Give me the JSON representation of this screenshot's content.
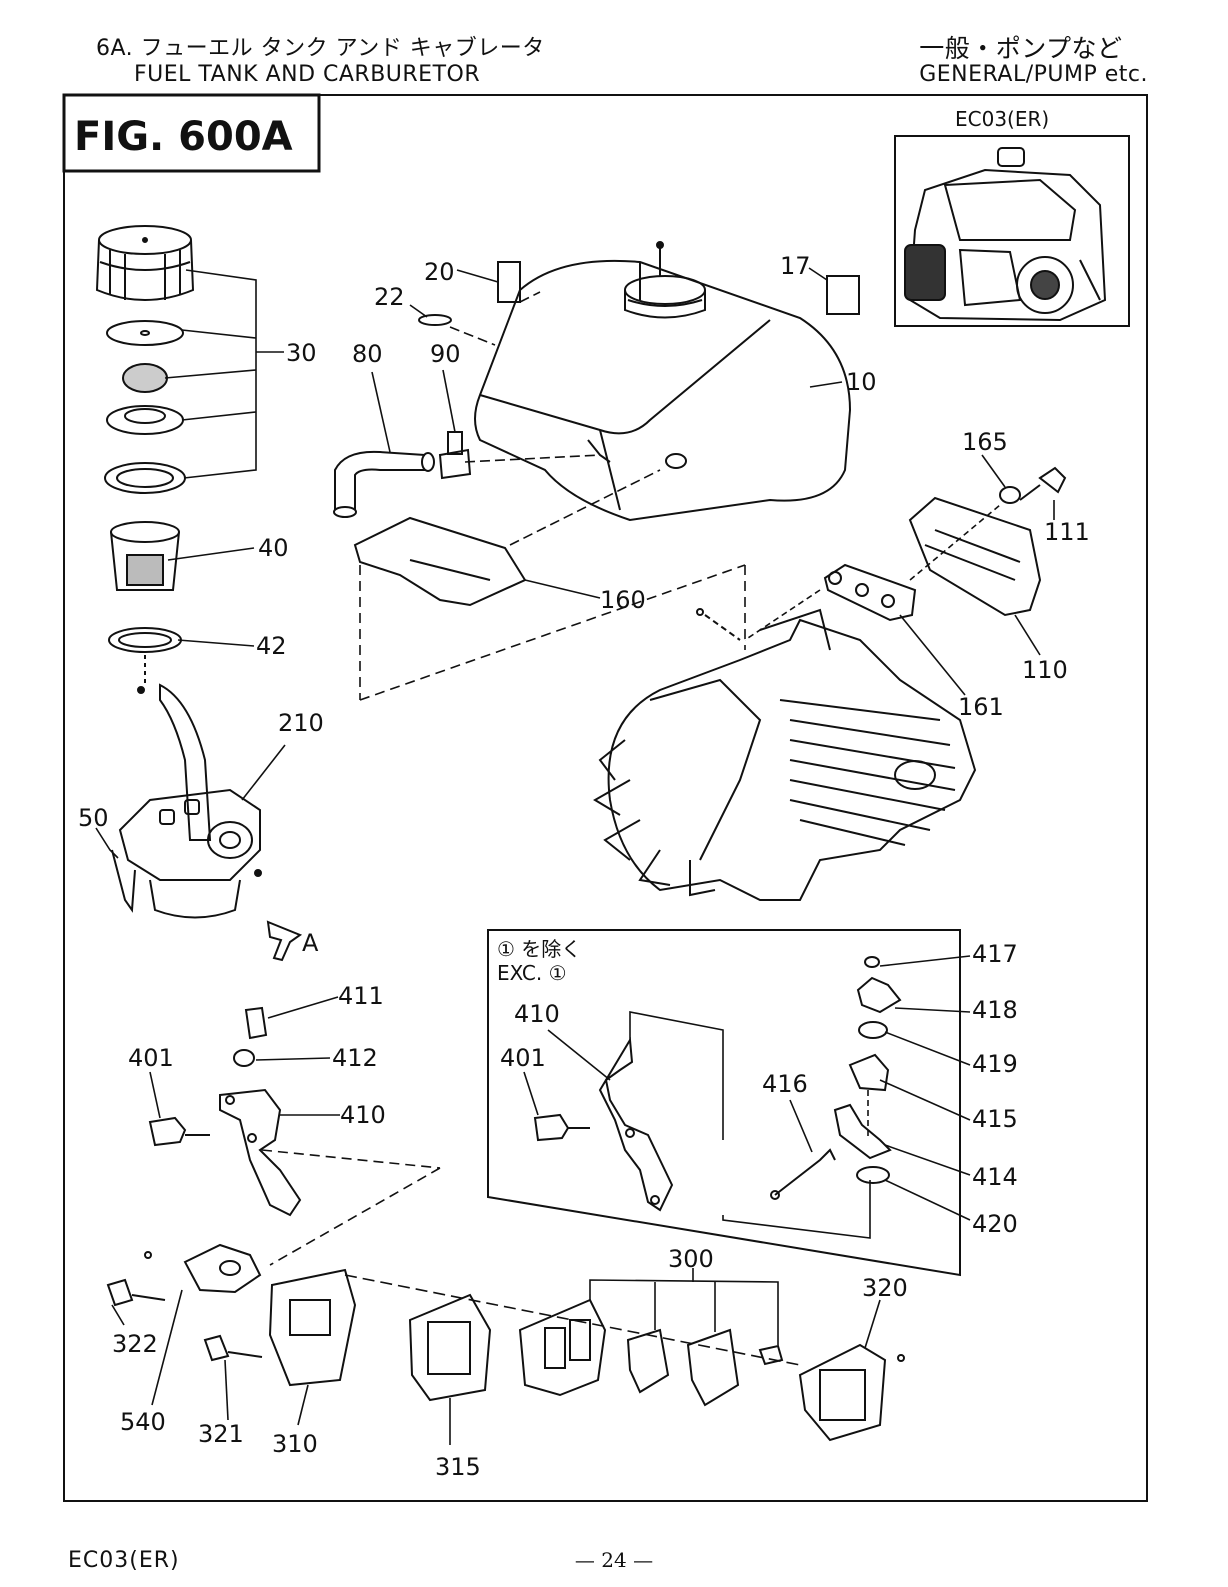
{
  "header": {
    "section_jp": "6A. フューエル タンク アンド キャブレータ",
    "section_en": "FUEL TANK AND CARBURETOR",
    "category_jp": "一般・ポンプなど",
    "category_en": "GENERAL/PUMP etc."
  },
  "figure": {
    "label": "FIG. 600A",
    "model_inset": "EC03(ER)",
    "arrow_label": "A",
    "inset_note_jp": "① を除く",
    "inset_note_en": "EXC. ①"
  },
  "parts": [
    "10",
    "17",
    "20",
    "22",
    "30",
    "40",
    "42",
    "50",
    "80",
    "90",
    "110",
    "111",
    "160",
    "161",
    "165",
    "210",
    "300",
    "310",
    "315",
    "320",
    "321",
    "322",
    "401",
    "410",
    "411",
    "412",
    "414",
    "415",
    "416",
    "417",
    "418",
    "419",
    "420",
    "540"
  ],
  "callouts": {
    "p10": "10",
    "p17": "17",
    "p20": "20",
    "p22": "22",
    "p30": "30",
    "p40": "40",
    "p42": "42",
    "p50": "50",
    "p80": "80",
    "p90": "90",
    "p110": "110",
    "p111": "111",
    "p160": "160",
    "p161": "161",
    "p165": "165",
    "p210": "210",
    "p300": "300",
    "p310": "310",
    "p315": "315",
    "p320": "320",
    "p321": "321",
    "p322": "322",
    "p401a": "401",
    "p410a": "410",
    "p411": "411",
    "p412": "412",
    "p401b": "401",
    "p410b": "410",
    "p414": "414",
    "p415": "415",
    "p416": "416",
    "p417": "417",
    "p418": "418",
    "p419": "419",
    "p420": "420",
    "p540": "540"
  },
  "footer": {
    "model": "EC03(ER)",
    "page": "— 24 —"
  }
}
